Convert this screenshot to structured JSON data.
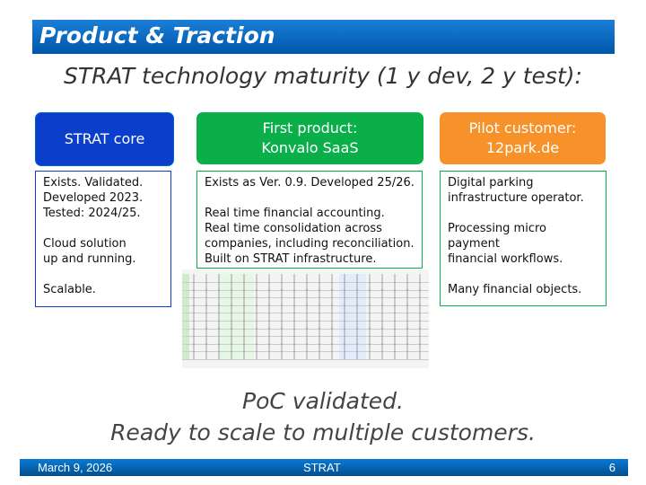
{
  "header": {
    "title": "Product & Traction"
  },
  "subtitle": "STRAT technology maturity (1 y dev, 2 y test):",
  "columns": [
    {
      "title": "STRAT core",
      "color": "#0a3ecb",
      "lines": [
        "Exists. Validated.",
        "Developed 2023.",
        "Tested: 2024/25.",
        "",
        "Cloud solution",
        "up and running.",
        "",
        "Scalable."
      ]
    },
    {
      "title": "First product:",
      "title2": "Konvalo SaaS",
      "color": "#0aaf4a",
      "lines": [
        "Exists as Ver. 0.9. Developed 25/26.",
        "",
        "Real time financial accounting.",
        "Real time consolidation across",
        "companies, including reconciliation.",
        "Built on STRAT infrastructure."
      ]
    },
    {
      "title": "Pilot customer:",
      "title2": "12park.de",
      "color": "#f7922a",
      "lines": [
        "Digital parking",
        "infrastructure operator.",
        "",
        "Processing micro payment",
        "financial workflows.",
        "",
        "Many financial objects."
      ]
    }
  ],
  "conclusion": [
    "PoC validated.",
    "Ready to scale to multiple customers."
  ],
  "footer": {
    "date": "March 9, 2026",
    "center": "STRAT",
    "page": "6"
  }
}
